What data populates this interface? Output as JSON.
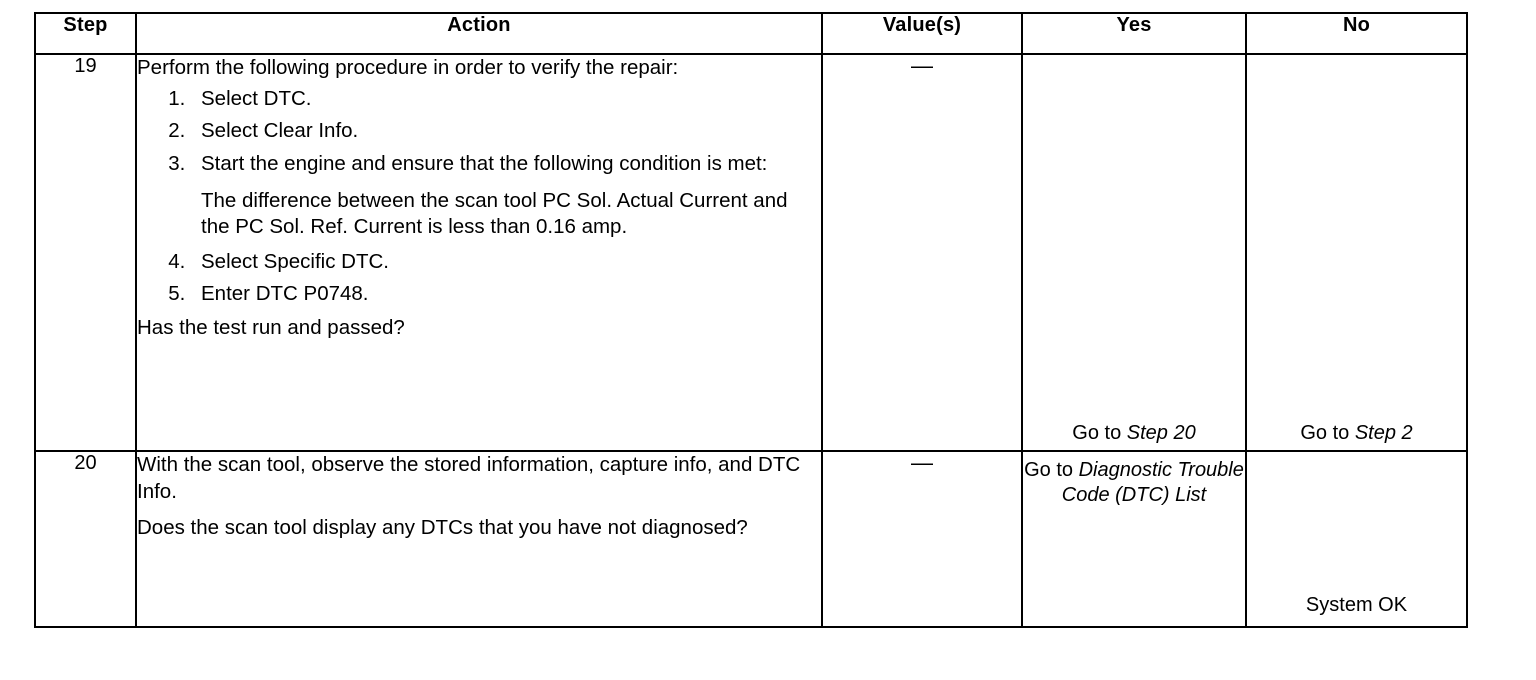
{
  "table": {
    "headers": [
      {
        "key": "step",
        "label": "Step"
      },
      {
        "key": "action",
        "label": "Action"
      },
      {
        "key": "value",
        "label": "Value(s)"
      },
      {
        "key": "yes",
        "label": "Yes"
      },
      {
        "key": "no",
        "label": "No"
      }
    ],
    "rows": [
      {
        "step": "19",
        "action": {
          "intro": "Perform the following procedure in order to verify the repair:",
          "numbered_steps": [
            "Select DTC.",
            "Select Clear Info.",
            "Start the engine and ensure that the following condition is met:",
            "Select Specific DTC.",
            "Enter DTC P0748."
          ],
          "sub_note": "The difference between the scan tool PC Sol. Actual Current and the PC Sol. Ref. Current is less than 0.16 amp.",
          "question": "Has the test run and passed?"
        },
        "value": "—",
        "yes": {
          "prefix": "Go to ",
          "reference": "Step 20"
        },
        "no": {
          "prefix": "Go to ",
          "reference": "Step 2"
        }
      },
      {
        "step": "20",
        "action": {
          "intro": "With the scan tool, observe the stored information, capture info, and DTC Info.",
          "question": "Does the scan tool display any DTCs that you have not diagnosed?"
        },
        "value": "—",
        "yes": {
          "prefix": "Go to ",
          "reference": "Diagnostic Trouble Code (DTC) List"
        },
        "no": {
          "text": "System OK"
        }
      }
    ]
  },
  "colors": {
    "border": "#000000",
    "text": "#000000",
    "background": "#ffffff"
  }
}
